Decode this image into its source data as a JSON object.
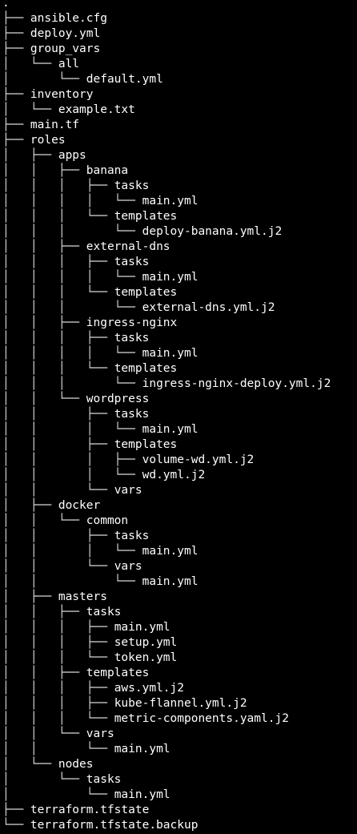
{
  "terminal": {
    "colors": {
      "background": "#000000",
      "text": "#ffffff",
      "guides": "#d8d8d8"
    },
    "tree": [
      {
        "prefix": "",
        "name": "."
      },
      {
        "prefix": "├── ",
        "name": "ansible.cfg"
      },
      {
        "prefix": "├── ",
        "name": "deploy.yml"
      },
      {
        "prefix": "├── ",
        "name": "group_vars"
      },
      {
        "prefix": "│   └── ",
        "name": "all"
      },
      {
        "prefix": "│       └── ",
        "name": "default.yml"
      },
      {
        "prefix": "├── ",
        "name": "inventory"
      },
      {
        "prefix": "│   └── ",
        "name": "example.txt"
      },
      {
        "prefix": "├── ",
        "name": "main.tf"
      },
      {
        "prefix": "├── ",
        "name": "roles"
      },
      {
        "prefix": "│   ├── ",
        "name": "apps"
      },
      {
        "prefix": "│   │   ├── ",
        "name": "banana"
      },
      {
        "prefix": "│   │   │   ├── ",
        "name": "tasks"
      },
      {
        "prefix": "│   │   │   │   └── ",
        "name": "main.yml"
      },
      {
        "prefix": "│   │   │   └── ",
        "name": "templates"
      },
      {
        "prefix": "│   │   │       └── ",
        "name": "deploy-banana.yml.j2"
      },
      {
        "prefix": "│   │   ├── ",
        "name": "external-dns"
      },
      {
        "prefix": "│   │   │   ├── ",
        "name": "tasks"
      },
      {
        "prefix": "│   │   │   │   └── ",
        "name": "main.yml"
      },
      {
        "prefix": "│   │   │   └── ",
        "name": "templates"
      },
      {
        "prefix": "│   │   │       └── ",
        "name": "external-dns.yml.j2"
      },
      {
        "prefix": "│   │   ├── ",
        "name": "ingress-nginx"
      },
      {
        "prefix": "│   │   │   ├── ",
        "name": "tasks"
      },
      {
        "prefix": "│   │   │   │   └── ",
        "name": "main.yml"
      },
      {
        "prefix": "│   │   │   └── ",
        "name": "templates"
      },
      {
        "prefix": "│   │   │       └── ",
        "name": "ingress-nginx-deploy.yml.j2"
      },
      {
        "prefix": "│   │   └── ",
        "name": "wordpress"
      },
      {
        "prefix": "│   │       ├── ",
        "name": "tasks"
      },
      {
        "prefix": "│   │       │   └── ",
        "name": "main.yml"
      },
      {
        "prefix": "│   │       ├── ",
        "name": "templates"
      },
      {
        "prefix": "│   │       │   ├── ",
        "name": "volume-wd.yml.j2"
      },
      {
        "prefix": "│   │       │   └── ",
        "name": "wd.yml.j2"
      },
      {
        "prefix": "│   │       └── ",
        "name": "vars"
      },
      {
        "prefix": "│   ├── ",
        "name": "docker"
      },
      {
        "prefix": "│   │   └── ",
        "name": "common"
      },
      {
        "prefix": "│   │       ├── ",
        "name": "tasks"
      },
      {
        "prefix": "│   │       │   └── ",
        "name": "main.yml"
      },
      {
        "prefix": "│   │       └── ",
        "name": "vars"
      },
      {
        "prefix": "│   │           └── ",
        "name": "main.yml"
      },
      {
        "prefix": "│   ├── ",
        "name": "masters"
      },
      {
        "prefix": "│   │   ├── ",
        "name": "tasks"
      },
      {
        "prefix": "│   │   │   ├── ",
        "name": "main.yml"
      },
      {
        "prefix": "│   │   │   ├── ",
        "name": "setup.yml"
      },
      {
        "prefix": "│   │   │   └── ",
        "name": "token.yml"
      },
      {
        "prefix": "│   │   ├── ",
        "name": "templates"
      },
      {
        "prefix": "│   │   │   ├── ",
        "name": "aws.yml.j2"
      },
      {
        "prefix": "│   │   │   ├── ",
        "name": "kube-flannel.yml.j2"
      },
      {
        "prefix": "│   │   │   └── ",
        "name": "metric-components.yaml.j2"
      },
      {
        "prefix": "│   │   └── ",
        "name": "vars"
      },
      {
        "prefix": "│   │       └── ",
        "name": "main.yml"
      },
      {
        "prefix": "│   └── ",
        "name": "nodes"
      },
      {
        "prefix": "│       └── ",
        "name": "tasks"
      },
      {
        "prefix": "│           └── ",
        "name": "main.yml"
      },
      {
        "prefix": "├── ",
        "name": "terraform.tfstate"
      },
      {
        "prefix": "└── ",
        "name": "terraform.tfstate.backup"
      }
    ]
  }
}
